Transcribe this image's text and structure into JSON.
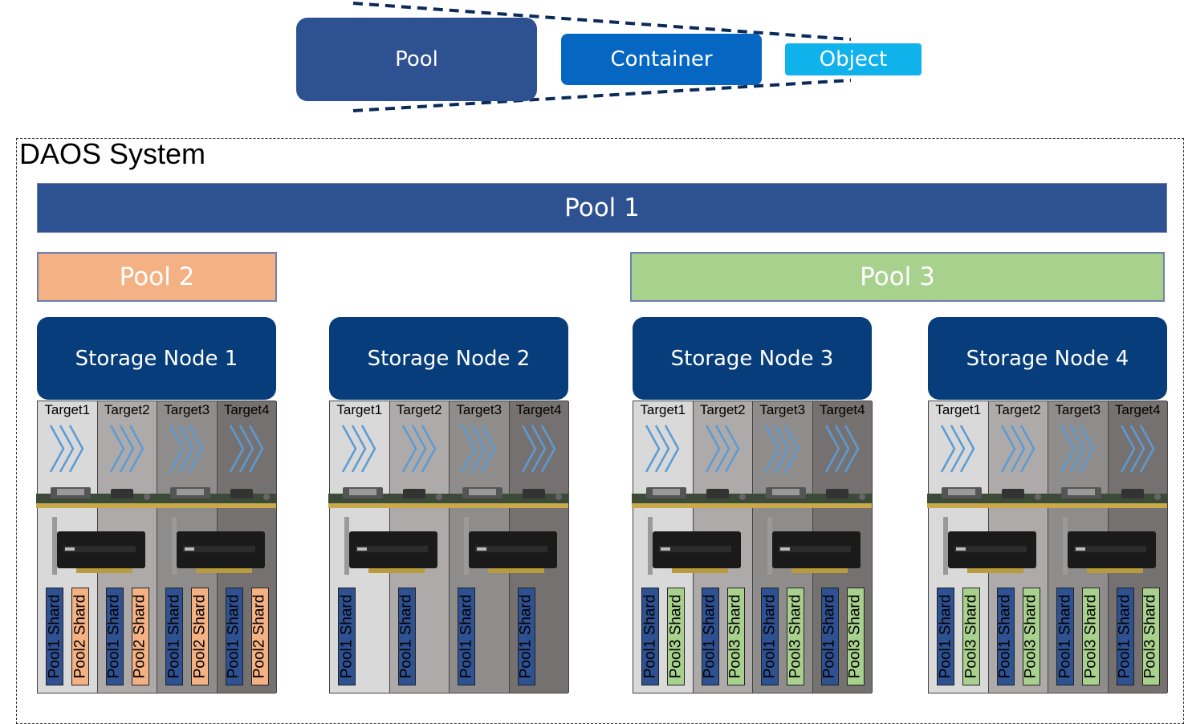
{
  "hierarchy": {
    "pool_label": "Pool",
    "container_label": "Container",
    "object_label": "Object"
  },
  "system": {
    "title": "DAOS System"
  },
  "pools": {
    "pool1": "Pool 1",
    "pool2": "Pool 2",
    "pool3": "Pool 3"
  },
  "colors": {
    "pool1": "#2e5192",
    "pool2": "#f4b183",
    "pool3": "#a9d18e",
    "node_header": "#073d7a",
    "container": "#0667c2",
    "object": "#10b2ec"
  },
  "nodes": [
    {
      "name": "Storage Node 1",
      "targets": [
        {
          "label": "Target1",
          "shards": [
            "Pool1 Shard",
            "Pool2 Shard"
          ]
        },
        {
          "label": "Target2",
          "shards": [
            "Pool1 Shard",
            "Pool2 Shard"
          ]
        },
        {
          "label": "Target3",
          "shards": [
            "Pool1 Shard",
            "Pool2 Shard"
          ]
        },
        {
          "label": "Target4",
          "shards": [
            "Pool1 Shard",
            "Pool2 Shard"
          ]
        }
      ]
    },
    {
      "name": "Storage Node 2",
      "targets": [
        {
          "label": "Target1",
          "shards": [
            "Pool1 Shard"
          ]
        },
        {
          "label": "Target2",
          "shards": [
            "Pool1 Shard"
          ]
        },
        {
          "label": "Target3",
          "shards": [
            "Pool1 Shard"
          ]
        },
        {
          "label": "Target4",
          "shards": [
            "Pool1 Shard"
          ]
        }
      ]
    },
    {
      "name": "Storage Node 3",
      "targets": [
        {
          "label": "Target1",
          "shards": [
            "Pool1 Shard",
            "Pool3 Shard"
          ]
        },
        {
          "label": "Target2",
          "shards": [
            "Pool1 Shard",
            "Pool3 Shard"
          ]
        },
        {
          "label": "Target3",
          "shards": [
            "Pool1 Shard",
            "Pool3 Shard"
          ]
        },
        {
          "label": "Target4",
          "shards": [
            "Pool1 Shard",
            "Pool3 Shard"
          ]
        }
      ]
    },
    {
      "name": "Storage Node 4",
      "targets": [
        {
          "label": "Target1",
          "shards": [
            "Pool1 Shard",
            "Pool3 Shard"
          ]
        },
        {
          "label": "Target2",
          "shards": [
            "Pool1 Shard",
            "Pool3 Shard"
          ]
        },
        {
          "label": "Target3",
          "shards": [
            "Pool1 Shard",
            "Pool3 Shard"
          ]
        },
        {
          "label": "Target4",
          "shards": [
            "Pool1 Shard",
            "Pool3 Shard"
          ]
        }
      ]
    }
  ]
}
